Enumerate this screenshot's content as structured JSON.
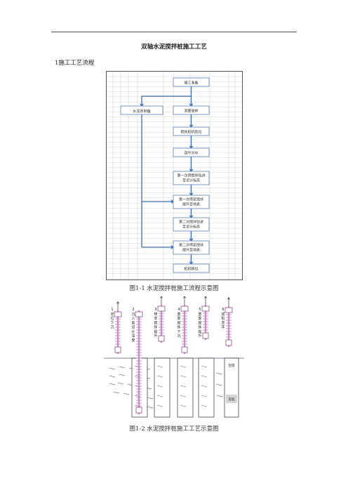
{
  "document": {
    "title": "双轴水泥搅拌桩施工工艺",
    "section_heading": "1施工工艺流程"
  },
  "figure1": {
    "caption": "图1-1 水泥搅拌桩施工流程示意图",
    "side_box": "水泥浆制备",
    "main_boxes": [
      [
        "施工准备"
      ],
      [
        "测量放样"
      ],
      [
        "搅拌桩机就位"
      ],
      [
        "调平对中"
      ],
      [
        "第一次预搅拌钻进",
        "至设计标高"
      ],
      [
        "第一次喷浆搅拌",
        "提升至地表"
      ],
      [
        "第二次搅拌钻进",
        "至设计标高"
      ],
      [
        "第二次喷浆搅拌",
        "提升至地表"
      ],
      [
        "桩机移位"
      ]
    ],
    "colors": {
      "box_border": "#5a82b4",
      "arrow": "#3f6fb0",
      "grid": "#c9c9c9",
      "frame": "#555555"
    }
  },
  "figure2": {
    "caption": "图1-2 水泥搅拌桩施工工艺示意图",
    "steps": [
      {
        "number": "1",
        "label": "定位下沉"
      },
      {
        "number": "2",
        "label": "沉入到设计深度"
      },
      {
        "number": "3",
        "label": "喷浆搅拌提升"
      },
      {
        "number": "4",
        "label": "重复搅拌下沉"
      },
      {
        "number": "5",
        "label": "重复搅拌提升"
      },
      {
        "number": "6",
        "label": "成桩完毕"
      }
    ],
    "pile_tag_top": "空搅",
    "pile_tag_bottom": "实桩",
    "colors": {
      "shaft": "#c98ac6",
      "shaft_dark": "#8a4f88",
      "ground": "#8f9fb4",
      "soil_wave": "#555555",
      "text": "#222222"
    }
  }
}
